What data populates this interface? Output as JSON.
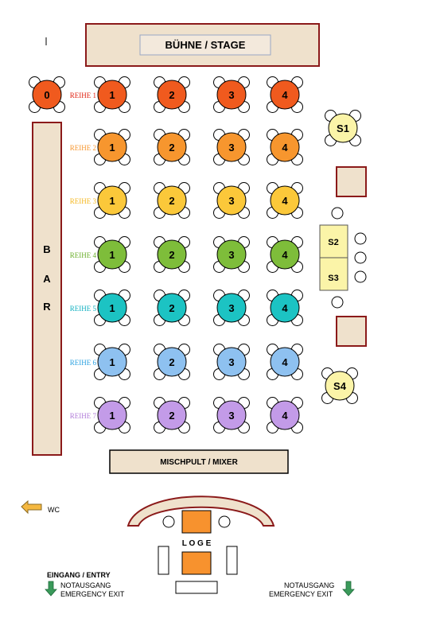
{
  "stage": {
    "label": "BÜHNE / STAGE"
  },
  "bar": {
    "letters": [
      "B",
      "A",
      "R"
    ]
  },
  "mixer": {
    "label": "MISCHPULT / MIXER"
  },
  "loge": {
    "label": "L O G E"
  },
  "wc": {
    "label": "WC"
  },
  "entry": {
    "label": "EINGANG / ENTRY",
    "sub1": "NOTAUSGANG",
    "sub2": "EMERGENCY EXIT"
  },
  "exit_right": {
    "line1": "NOTAUSGANG",
    "line2": "EMERGENCY EXIT"
  },
  "vip_table": {
    "label": "0",
    "color": "#f05a1e"
  },
  "rows": [
    {
      "label": "REIHE 1",
      "color": "#f05a1e",
      "label_color": "#e02010",
      "tables": [
        "1",
        "2",
        "3",
        "4"
      ]
    },
    {
      "label": "REIHE 2",
      "color": "#f7962e",
      "label_color": "#f7962e",
      "tables": [
        "1",
        "2",
        "3",
        "4"
      ]
    },
    {
      "label": "REIHE 3",
      "color": "#fbc83a",
      "label_color": "#f5b820",
      "tables": [
        "1",
        "2",
        "3",
        "4"
      ]
    },
    {
      "label": "REIHE 4",
      "color": "#7ebd3a",
      "label_color": "#6aae2a",
      "tables": [
        "1",
        "2",
        "3",
        "4"
      ]
    },
    {
      "label": "REIHE 5",
      "color": "#1cc3c3",
      "label_color": "#10b0c0",
      "tables": [
        "1",
        "2",
        "3",
        "4"
      ]
    },
    {
      "label": "REIHE 6",
      "color": "#8ec1f0",
      "label_color": "#2aa0e0",
      "tables": [
        "1",
        "2",
        "3",
        "4"
      ]
    },
    {
      "label": "REIHE 7",
      "color": "#c39be8",
      "label_color": "#b07ad8",
      "tables": [
        "1",
        "2",
        "3",
        "4"
      ]
    }
  ],
  "side_tables": [
    {
      "label": "S1",
      "color": "#fbf4a8"
    },
    {
      "label": "S2",
      "color": "#fbf4a8"
    },
    {
      "label": "S3",
      "color": "#fbf4a8"
    },
    {
      "label": "S4",
      "color": "#fbf4a8"
    }
  ],
  "colors": {
    "frame": "#8b1a1a",
    "wood": "#efe1cc",
    "loge_box": "#f7922e",
    "arrow_orange": "#f5b840",
    "arrow_green": "#3a9a5a"
  }
}
